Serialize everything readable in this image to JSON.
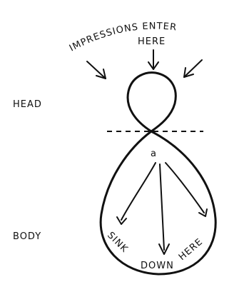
{
  "title_line1": "IMPRESSIONS ENTER",
  "title_line2": "HERE",
  "label_head": "HEAD",
  "label_body": "BODY",
  "arrow_label_left": "SINK",
  "arrow_label_middle": "DOWN",
  "arrow_label_right": "HERE",
  "marker_letter": "a"
}
